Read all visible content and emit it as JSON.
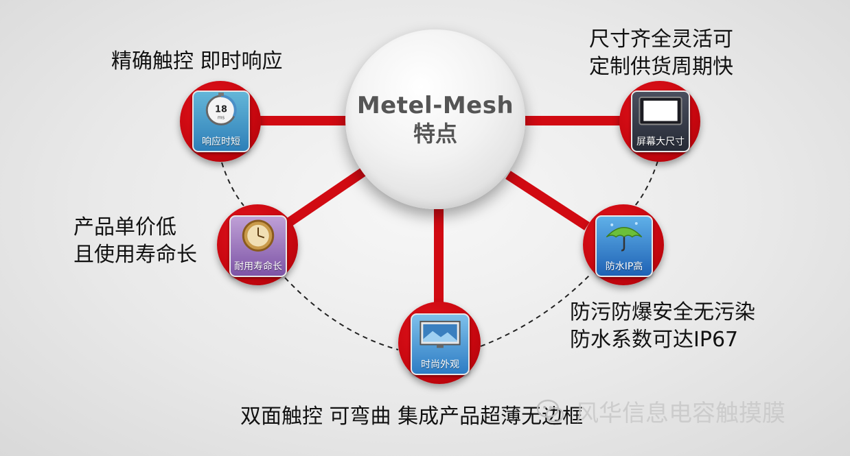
{
  "center": {
    "line1": "Metel-Mesh",
    "line2": "特点"
  },
  "features": {
    "response": {
      "icon_caption": "响应时短",
      "icon_number": "18",
      "icon_unit": "ms",
      "icon": "stopwatch-icon",
      "text_line1": "精确触控 即时响应"
    },
    "size": {
      "icon_caption": "屏幕大尺寸",
      "icon": "monitor-icon",
      "text_line1": "尺寸齐全灵活可",
      "text_line2": "定制供货周期快"
    },
    "durable": {
      "icon_caption": "耐用寿命长",
      "icon": "clock-icon",
      "text_line1": "产品单价低",
      "text_line2": "且使用寿命长"
    },
    "waterproof": {
      "icon_caption": "防水IP高",
      "icon": "umbrella-icon",
      "text_line1": "防污防爆安全无污染",
      "text_line2": "防水系数可达IP67"
    },
    "style": {
      "icon_caption": "时尚外观",
      "icon": "display-icon",
      "text_line1": "双面触控 可弯曲 集成产品超薄无边框"
    }
  },
  "watermark": {
    "text": "风华信息电容触摸膜",
    "icon": "wechat-icon"
  },
  "colors": {
    "accent_red": "#d10a12",
    "center_text": "#555555"
  }
}
